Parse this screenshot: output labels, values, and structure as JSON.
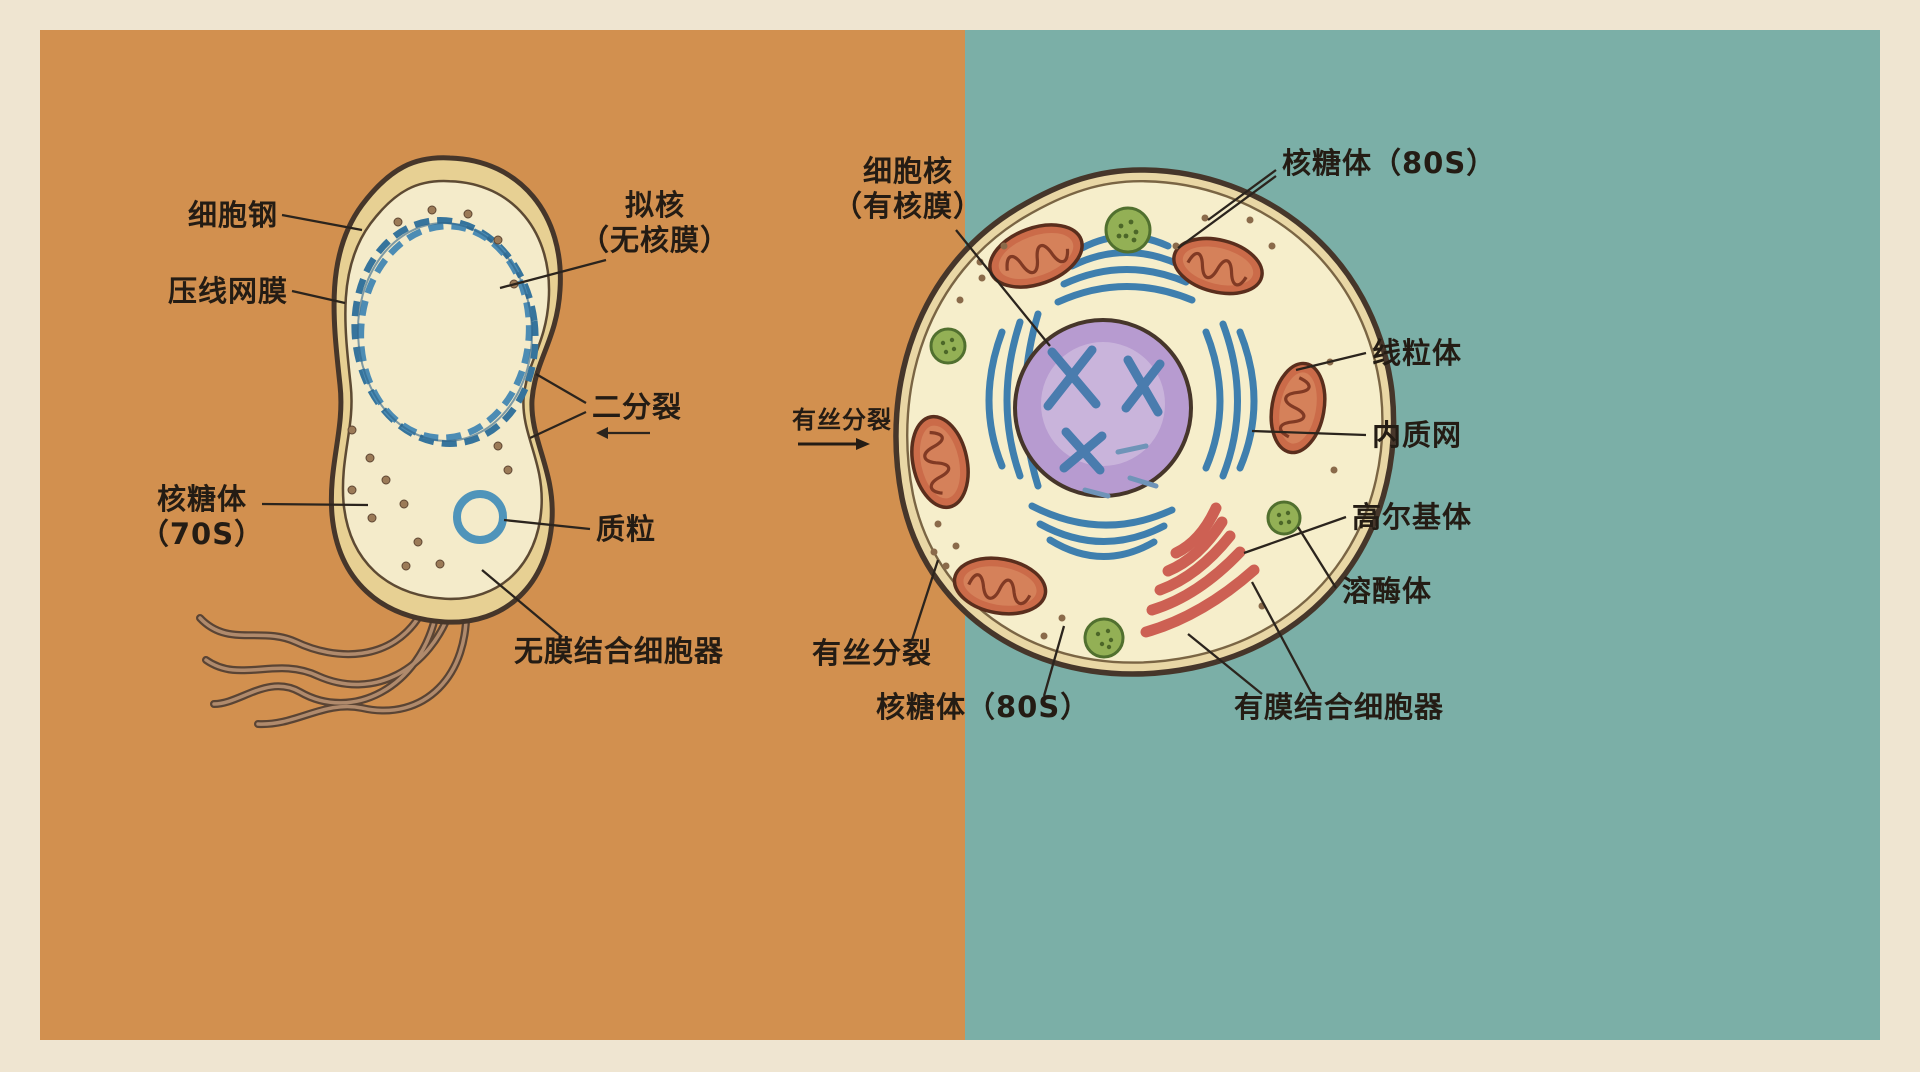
{
  "palette": {
    "paper_bg": "#efe5d1",
    "left_panel_bg": "#d2904f",
    "right_panel_bg": "#7bafa7",
    "label_text": "#241c14",
    "cell_outline": "#46362a",
    "nucleoid_blue": "#36749c",
    "mitochondrion_red": "#cb6b49",
    "nucleus_purple": "#b79bd0",
    "organelle_green": "#93b055",
    "golgi_red": "#cd6053"
  },
  "left_panel": {
    "labels": {
      "cell_wall": "细胞钢",
      "cell_membrane": "压线网膜",
      "nucleoid": "拟核",
      "nucleoid_sub": "（无核膜）",
      "binary_fission": "二分裂",
      "ribosome": "核糖体",
      "ribosome_sub": "（70S）",
      "plasmid": "质粒",
      "non_membrane_organelles": "无膜结合细胞器"
    }
  },
  "divider": {
    "mitosis": "有丝分裂"
  },
  "right_panel": {
    "labels": {
      "nucleus": "细胞核",
      "nucleus_sub": "（有核膜）",
      "ribosome_80s_top": "核糖体（80S）",
      "mitochondrion": "线粒体",
      "endoplasmic_reticulum": "内质网",
      "golgi": "高尔基体",
      "lysosome": "溶酶体",
      "mitosis": "有丝分裂",
      "ribosome_80s_bottom": "核糖体（80S）",
      "membrane_organelles": "有膜结合细胞器"
    }
  }
}
